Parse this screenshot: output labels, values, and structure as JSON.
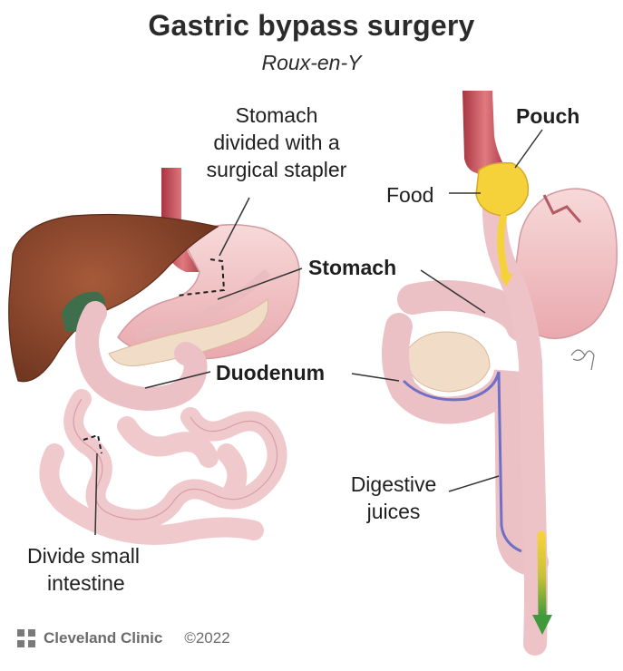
{
  "title": "Gastric bypass surgery",
  "subtitle": "Roux-en-Y",
  "labels": {
    "stomach_divided_line1": "Stomach",
    "stomach_divided_line2": "divided with a",
    "stomach_divided_line3": "surgical stapler",
    "stomach": "Stomach",
    "duodenum": "Duodenum",
    "divide_line1": "Divide small",
    "divide_line2": "intestine",
    "pouch": "Pouch",
    "food": "Food",
    "digestive_line1": "Digestive",
    "digestive_line2": "juices"
  },
  "footer": {
    "brand": "Cleveland Clinic",
    "copyright": "©2022"
  },
  "colors": {
    "liver": "#8c4a2f",
    "stomach": "#f2c4c4",
    "intestine": "#f3d3d6",
    "esophagus": "#c94a52",
    "gallbladder": "#3e6e4c",
    "pancreas": "#f1ddc7",
    "food": "#f6d23a",
    "bile": "#6f6fc4",
    "mixed": "#4e9b3e"
  }
}
